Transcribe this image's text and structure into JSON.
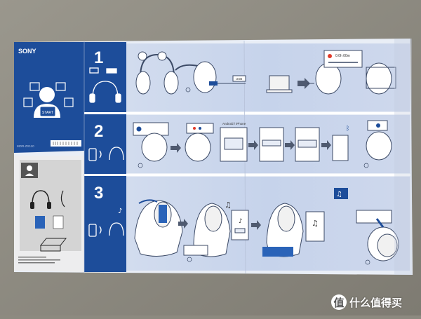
{
  "leaflet": {
    "brand": "SONY",
    "model_code": "MDR-ZX110",
    "steps": [
      {
        "number": "1"
      },
      {
        "number": "2",
        "panel_label": "Android / iPhone"
      },
      {
        "number": "3"
      }
    ],
    "mini_labels": {
      "usb_box": "USB",
      "start_button": "START",
      "time_display": "0:0h 00m",
      "cable_label": "USB"
    },
    "screen_label": "Android / iPhone"
  },
  "watermark": {
    "badge": "值",
    "text": "什么值得买"
  },
  "colors": {
    "blue_dark": "#1d4d9a",
    "blue_mid": "#2a63b8",
    "panel_light": "#c9d5ec",
    "panel_lighter": "#dfe6f4",
    "paper": "#eef1f6",
    "gray_box": "#d4d4d4",
    "table_bg": "#8d8a80",
    "accent_red": "#e03a2a"
  }
}
